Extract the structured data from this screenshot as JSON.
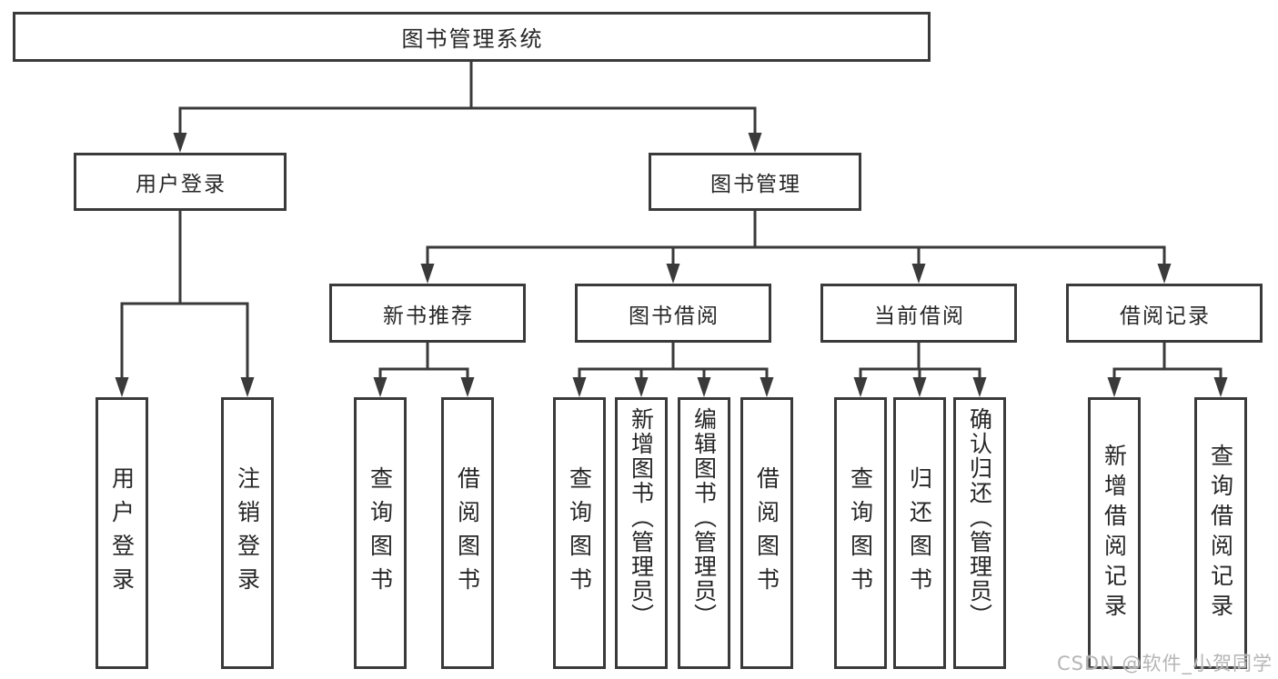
{
  "diagram": {
    "root": {
      "label": "图书管理系统"
    },
    "level2": [
      {
        "label": "用户登录"
      },
      {
        "label": "图书管理"
      }
    ],
    "level3": [
      {
        "label": "新书推荐"
      },
      {
        "label": "图书借阅"
      },
      {
        "label": "当前借阅"
      },
      {
        "label": "借阅记录"
      }
    ],
    "leaves": {
      "user_login": [
        "用户登录",
        "注销登录"
      ],
      "new_book_recommend": [
        "查询图书",
        "借阅图书"
      ],
      "book_borrow": [
        "查询图书",
        "新增图书（管理员）",
        "编辑图书（管理员）",
        "借阅图书"
      ],
      "current_borrow": [
        "查询图书",
        "归还图书",
        "确认归还（管理员）"
      ],
      "borrow_record": [
        "新增借阅记录",
        "查询借阅记录"
      ]
    },
    "watermark": "CSDN @软件_小贺同学",
    "colors": {
      "line": "#3a3a3a",
      "text": "#262626",
      "watermark": "#b5b5b5"
    }
  }
}
